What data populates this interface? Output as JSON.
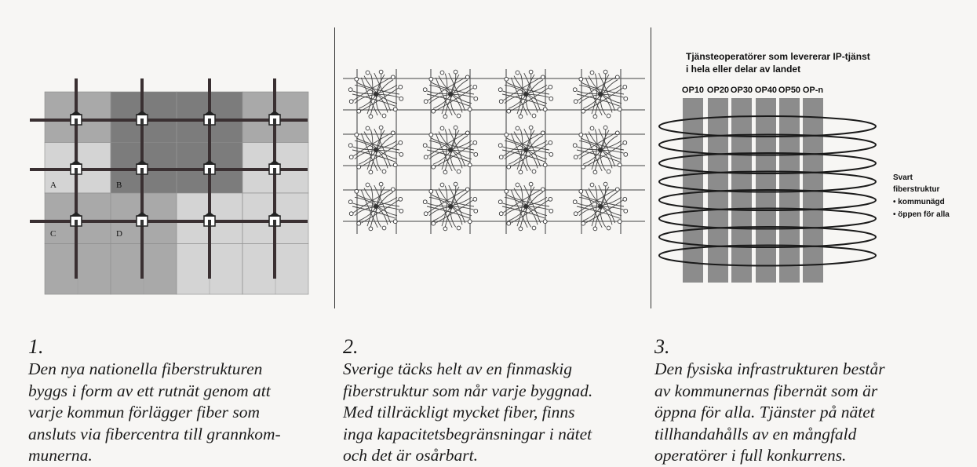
{
  "panel1": {
    "grid_labels": [
      "A",
      "B",
      "C",
      "D"
    ],
    "caption_number": "1.",
    "caption_text": "Den nya nationella fiberstrukturen\nbyggs i form av ett rutnät genom att\nvarje kommun förlägger fiber som\nansluts via fibercentra till grannkom-\nmunerna."
  },
  "panel2": {
    "caption_number": "2.",
    "caption_text": "Sverige täcks helt av en finmaskig\nfiberstruktur som når varje byggnad.\nMed tillräckligt mycket fiber, finns\ninga kapacitetsbegränsningar i nätet\noch det är osårbart."
  },
  "panel3": {
    "title_line1": "Tjänsteoperatörer som levererar IP-tjänst",
    "title_line2": "i hela eller delar av landet",
    "operators": [
      "OP10",
      "OP20",
      "OP30",
      "OP40",
      "OP50",
      "OP-n"
    ],
    "legend_title_1": "Svart",
    "legend_title_2": "fiberstruktur",
    "legend_item_1": "• kommunägd",
    "legend_item_2": "• öppen för alla",
    "caption_number": "3.",
    "caption_text": "Den fysiska infrastrukturen består\nav kommunernas fibernät som är\nöppna för alla. Tjänster på nätet\ntillhandahålls av en mångfald\noperatörer i full konkurrens."
  },
  "colors": {
    "cell_light": "#d4d4d4",
    "cell_mid": "#a9a9a9",
    "cell_dark": "#7c7c7c",
    "line": "#3a3032",
    "text": "#1a1a1a"
  }
}
